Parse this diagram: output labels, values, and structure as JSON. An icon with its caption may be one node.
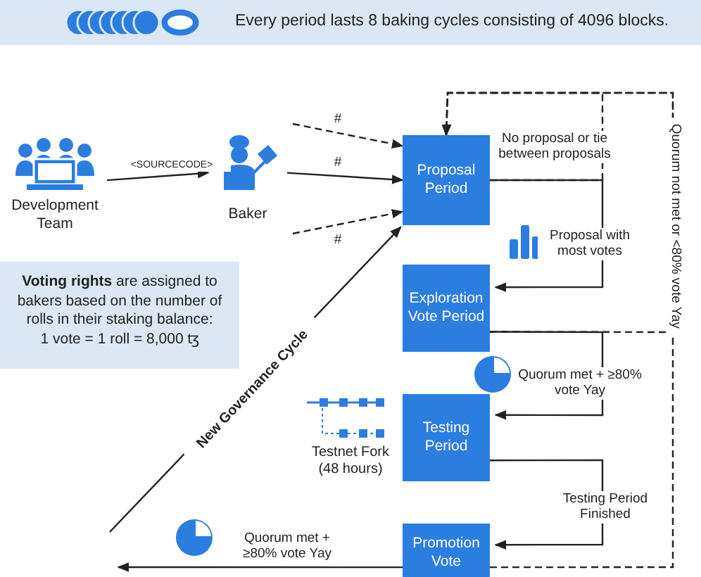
{
  "diagram": {
    "nodes": [
      {
        "text": [
          "Development Team"
        ]
      },
      {
        "text": [
          "Baker"
        ]
      },
      {
        "text": [
          "Proposal Period"
        ]
      },
      {
        "text": [
          "Exploration Vote Period"
        ]
      },
      {
        "text": [
          "Testing Period"
        ]
      },
      {
        "text": [
          "Promotion Vote"
        ]
      },
      {
        "text": [
          "**Voting rights** are assigned to bakers based on the number of rolls in their staking balance:",
          "1 vote = 1 roll = 8,000 ꜩ"
        ]
      }
    ],
    "edges": [
      {
        "from": 0,
        "to": 1,
        "arrow": "to",
        "label": "<SOURCECODE>"
      },
      {
        "from": 1,
        "to": 2,
        "arrow": "to",
        "label": "#"
      },
      {
        "from": null,
        "to": 2,
        "arrow": "to",
        "label": "#",
        "style": "dashed"
      },
      {
        "from": null,
        "to": 2,
        "arrow": "to",
        "label": "#",
        "style": "dashed"
      },
      {
        "from": null,
        "to": 2,
        "arrow": "to",
        "label": "New Governance Cycle"
      },
      {
        "from": 2,
        "to": 2,
        "arrow": "to",
        "label": "No proposal or tie between proposals",
        "style": "dashed"
      },
      {
        "from": 2,
        "to": 3,
        "arrow": "to",
        "label": "Proposal with most votes"
      },
      {
        "from": 3,
        "to": 4,
        "arrow": "to",
        "label": "Quorum met + ≥80% vote Yay"
      },
      {
        "from": 3,
        "to": 2,
        "arrow": "to",
        "label": "Quorum not met or <80% vote Yay",
        "style": "dashed"
      },
      {
        "from": 4,
        "to": 5,
        "arrow": "to",
        "label": "Testing Period Finished"
      },
      {
        "from": 5,
        "to": 2,
        "arrow": "to",
        "style": "dashed"
      },
      {
        "from": 5,
        "to": null,
        "arrow": "to",
        "label": "Quorum met + ≥80% vote Yay"
      }
    ],
    "labels": [
      "Every period lasts 8 baking cycles consisting of 4096 blocks.",
      "Testnet Fork (48 hours)"
    ]
  }
}
